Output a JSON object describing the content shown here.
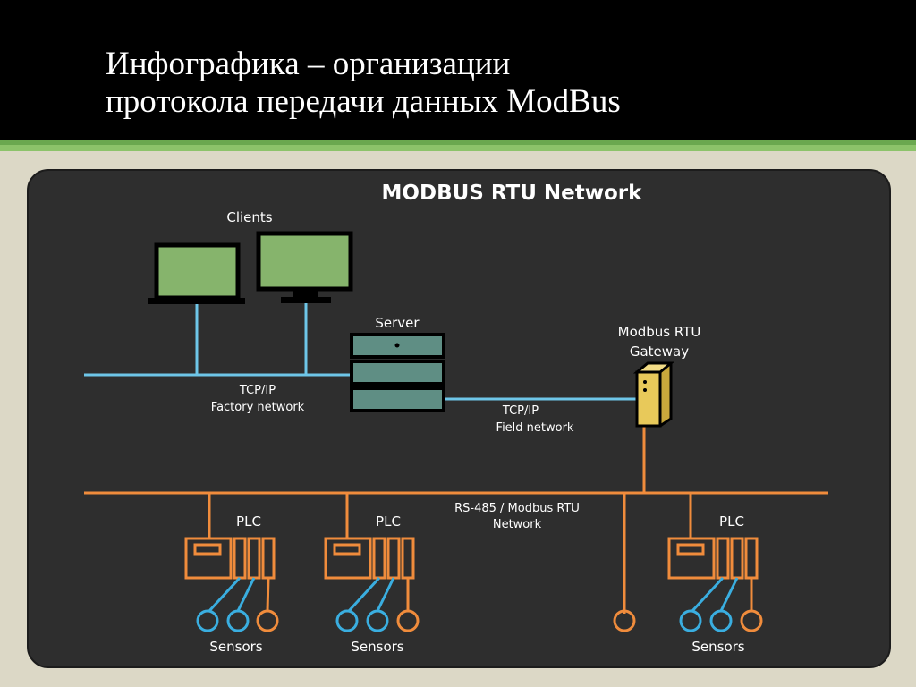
{
  "slide": {
    "title_line1": "Инфографика – организации",
    "title_line2": "протокола передачи данных ModBus"
  },
  "diagram": {
    "heading": "MODBUS RTU Network",
    "clients_label": "Clients",
    "server_label": "Server",
    "gateway_label_line1": "Modbus RTU",
    "gateway_label_line2": "Gateway",
    "factory_network_line1": "TCP/IP",
    "factory_network_line2": "Factory network",
    "field_network_line1": "TCP/IP",
    "field_network_line2": "Field network",
    "rs485_line1": "RS-485 / Modbus RTU",
    "rs485_line2": "Network",
    "plc_label": "PLC",
    "sensors_label": "Sensors"
  },
  "colors": {
    "panel": "#2e2e2e",
    "tcp_line": "#6ec6e8",
    "rs485_line": "#f08c3c",
    "screen_green": "#86b46c",
    "server_teal": "#5f8e84",
    "gateway_yellow": "#e8c95a",
    "plc_orange": "#f08c3c",
    "sensor_blue": "#3aaee0"
  }
}
